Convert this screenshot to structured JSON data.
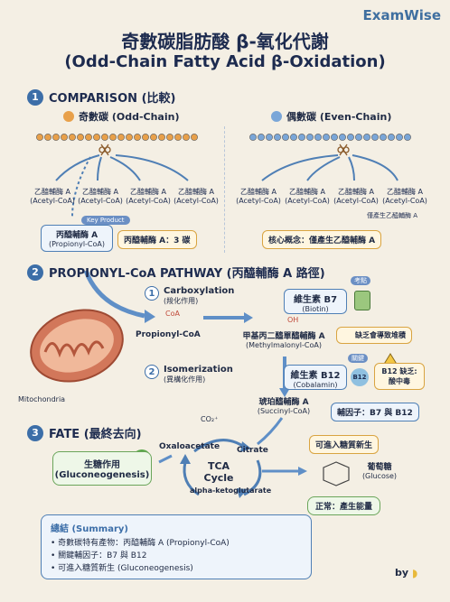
{
  "brand": "ExamWise",
  "title": {
    "zh": "奇數碳脂肪酸 β-氧化代謝",
    "en": "(Odd-Chain Fatty Acid β-Oxidation)"
  },
  "section1": {
    "num": "1",
    "heading": "COMPARISON (比較)",
    "odd_label": "奇數碳 (Odd-Chain)",
    "even_label": "偶數碳 (Even-Chain)",
    "acetyl_zh": "乙醯輔酶 A",
    "acetyl_en": "(Acetyl-CoA)",
    "key_product_tag": "Key Product",
    "propionyl_zh": "丙醯輔酶 A",
    "propionyl_en": "(Propionyl-CoA)",
    "propionyl_note": "丙醯輔酶 A：3 碳",
    "even_only_note": "僅產生乙醯輔酶 A",
    "core_concept": "核心概念：僅產生乙醯輔酶 A"
  },
  "section2": {
    "num": "2",
    "heading": "PROPIONYL-CoA PATHWAY (丙醯輔酶 A 路徑)",
    "mitochondria_label": "Mitochondria",
    "step1_num": "1",
    "step1_en": "Carboxylation",
    "step1_zh": "(羧化作用)",
    "propionyl_label": "Propionyl-CoA",
    "coa_label": "CoA",
    "oh_label": "OH",
    "exam_tag": "考點",
    "biotin_zh": "維生素 B7",
    "biotin_en": "(Biotin)",
    "methylmalonyl_zh": "甲基丙二醯單醯輔酶 A",
    "methylmalonyl_en": "(Methylmalonyl-CoA)",
    "warning1": "缺乏會導致堆積",
    "step2_num": "2",
    "step2_en": "Isomerization",
    "step2_zh": "(異構化作用)",
    "key_tag": "關鍵",
    "b12_zh": "維生素 B12",
    "b12_en": "(Cobalamin)",
    "b12_icon": "B12",
    "b12_deficiency_line1": "B12 缺乏:",
    "b12_deficiency_line2": "酸中毒",
    "succinyl_zh": "琥珀醯輔酶 A",
    "succinyl_en": "(Succinyl-CoA)",
    "cofactors": "輔因子：B7 與 B12"
  },
  "section3": {
    "num": "3",
    "heading": "FATE (最終去向)",
    "co2": "CO₂⁺",
    "oxaloacetate": "Oxaloacetate",
    "citrate": "Citrate",
    "tca_line1": "TCA",
    "tca_line2": "Cycle",
    "alpha_kg": "alpha-ketoglutarate",
    "gluconeo_zh": "生糖作用",
    "gluconeo_en": "(Gluconeogenesis)",
    "gluconeo_tag": "可進入糖質新生",
    "glucose_zh": "葡萄糖",
    "glucose_en": "(Glucose)",
    "energy": "正常：產生能量"
  },
  "summary": {
    "title": "總結 (Summary)",
    "items": [
      "奇數碳特有產物：丙醯輔酶 A (Propionyl-CoA)",
      "關鍵輔因子：B7 與 B12",
      "可進入糖質新生 (Gluconeogenesis)"
    ]
  },
  "footer": "by",
  "colors": {
    "accent_blue": "#3c6ea8",
    "bead_orange": "#e8a04a",
    "bead_blue": "#7aa6d8",
    "warning_yellow": "#f3c744",
    "mito_red": "#d2775a",
    "green": "#6aa55a"
  }
}
